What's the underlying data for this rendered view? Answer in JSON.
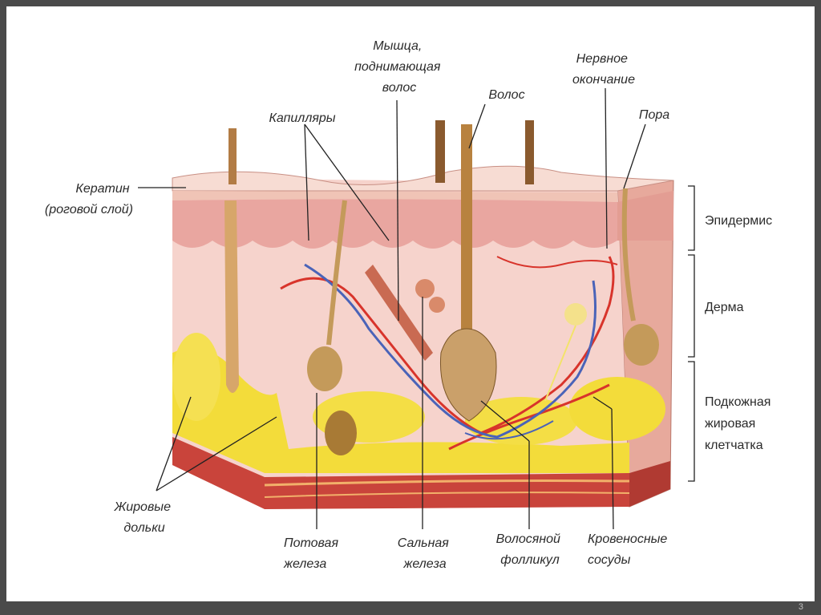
{
  "labels": {
    "muscle": [
      "Мышца,",
      "поднимающая",
      "волос"
    ],
    "nerve": [
      "Нервное",
      "окончание"
    ],
    "hair": "Волос",
    "capillaries": "Капилляры",
    "pore": "Пора",
    "keratin": [
      "Кератин",
      "(роговой слой)"
    ],
    "epidermis": "Эпидермис",
    "dermis": "Дерма",
    "subcutaneous": [
      "Подкожная",
      "жировая",
      "клетчатка"
    ],
    "fat_lobules": [
      "Жировые",
      "дольки"
    ],
    "sweat_gland": [
      "Потовая",
      "железа"
    ],
    "sebaceous_gland": [
      "Сальная",
      "железа"
    ],
    "hair_follicle": [
      "Волосяной",
      "фолликул"
    ],
    "blood_vessels": [
      "Кровеносные",
      "сосуды"
    ]
  },
  "page_number": "3",
  "colors": {
    "frame": "#4a4a4a",
    "background": "#ffffff",
    "epidermis": "#f2c6bd",
    "dermis": "#f6d3cc",
    "fat": "#f3dc3a",
    "muscle_layer": "#c9443b",
    "artery": "#d8342b",
    "vein": "#4a63b8",
    "hair": "#a8723a"
  }
}
